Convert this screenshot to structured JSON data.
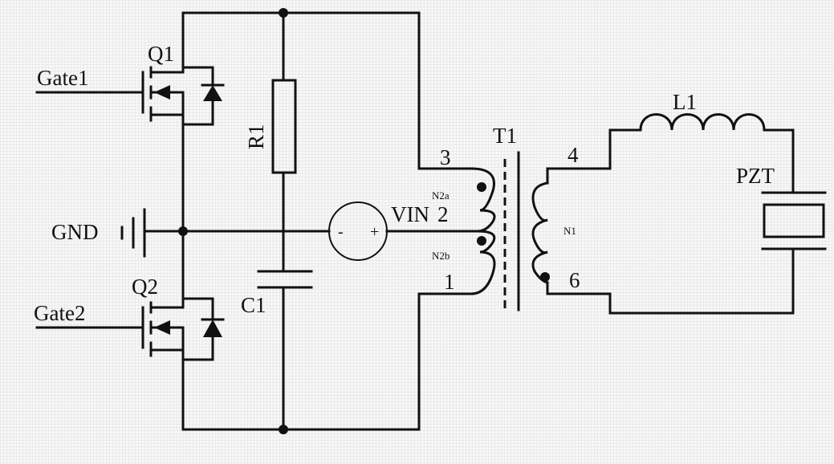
{
  "labels": {
    "gate1": "Gate1",
    "gate2": "Gate2",
    "gnd": "GND",
    "q1": "Q1",
    "q2": "Q2",
    "r1": "R1",
    "c1": "C1",
    "vin": "VIN",
    "t1": "T1",
    "l1": "L1",
    "pzt": "PZT",
    "n2a": "N2a",
    "n2b": "N2b",
    "n1": "N1",
    "pin3": "3",
    "pin2": "2",
    "pin1": "1",
    "pin4": "4",
    "pin6": "6",
    "minus": "-",
    "plus": "+"
  },
  "colors": {
    "line": "#111111",
    "background": "#f7f7f7"
  }
}
